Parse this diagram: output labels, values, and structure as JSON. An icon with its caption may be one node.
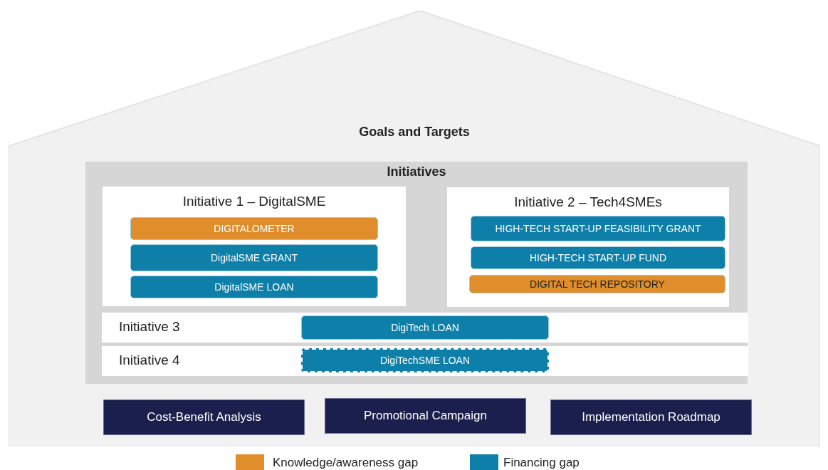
{
  "diagram": {
    "nodes": [
      {
        "text": [
          "Goals and Targets"
        ]
      },
      {
        "text": [
          "Initiatives"
        ],
        "in": 0
      },
      {
        "text": [
          "Initiative 1 – DigitalSME"
        ],
        "in": 1
      },
      {
        "text": [
          "DIGITALOMETER"
        ],
        "in": 2
      },
      {
        "text": [
          "DigitalSME GRANT"
        ],
        "in": 2
      },
      {
        "text": [
          "DigitalSME LOAN"
        ],
        "in": 2
      },
      {
        "text": [
          "Initiative 2 – Tech4SMEs"
        ],
        "in": 1
      },
      {
        "text": [
          "HIGH-TECH START-UP FEASIBILITY GRANT"
        ],
        "in": 6
      },
      {
        "text": [
          "HIGH-TECH START-UP FUND"
        ],
        "in": 6
      },
      {
        "text": [
          "DIGITAL TECH REPOSITORY"
        ],
        "in": 6
      },
      {
        "text": [
          "Initiative 3"
        ],
        "in": 1
      },
      {
        "text": [
          "DigiTech LOAN"
        ],
        "in": 10
      },
      {
        "text": [
          "Initiative 4"
        ],
        "in": 1
      },
      {
        "text": [
          "DigiTechSME LOAN"
        ],
        "in": 12
      },
      {
        "text": [
          "Cost-Benefit Analysis"
        ],
        "in": 0
      },
      {
        "text": [
          "Promotional Campaign"
        ],
        "in": 0
      },
      {
        "text": [
          "Implementation Roadmap"
        ],
        "in": 0
      }
    ],
    "edges": [],
    "legend": [
      {
        "text": "Knowledge/awareness gap",
        "color": "#e08e2b"
      },
      {
        "text": "Financing gap",
        "color": "#0e7fa8"
      }
    ]
  }
}
